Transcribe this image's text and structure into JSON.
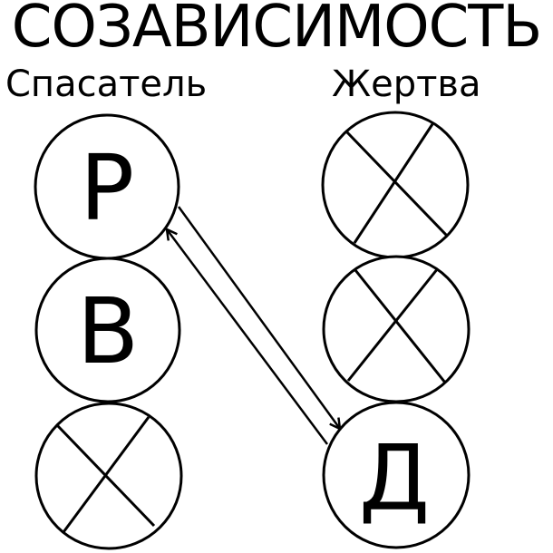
{
  "title": "СОЗАВИСИМОСТЬ",
  "columns": {
    "left": {
      "label": "Спасатель",
      "circles": [
        {
          "letter": "Р",
          "crossed": false
        },
        {
          "letter": "В",
          "crossed": false
        },
        {
          "letter": "",
          "crossed": true
        }
      ]
    },
    "right": {
      "label": "Жертва",
      "circles": [
        {
          "letter": "",
          "crossed": true
        },
        {
          "letter": "",
          "crossed": true
        },
        {
          "letter": "Д",
          "crossed": false
        }
      ]
    }
  },
  "arrows": [
    {
      "from": "Спасатель.Р",
      "to": "Жертва.Д"
    },
    {
      "from": "Жертва.Д",
      "to": "Спасатель.Р"
    }
  ],
  "colors": {
    "stroke": "#000000",
    "background": "#ffffff"
  }
}
